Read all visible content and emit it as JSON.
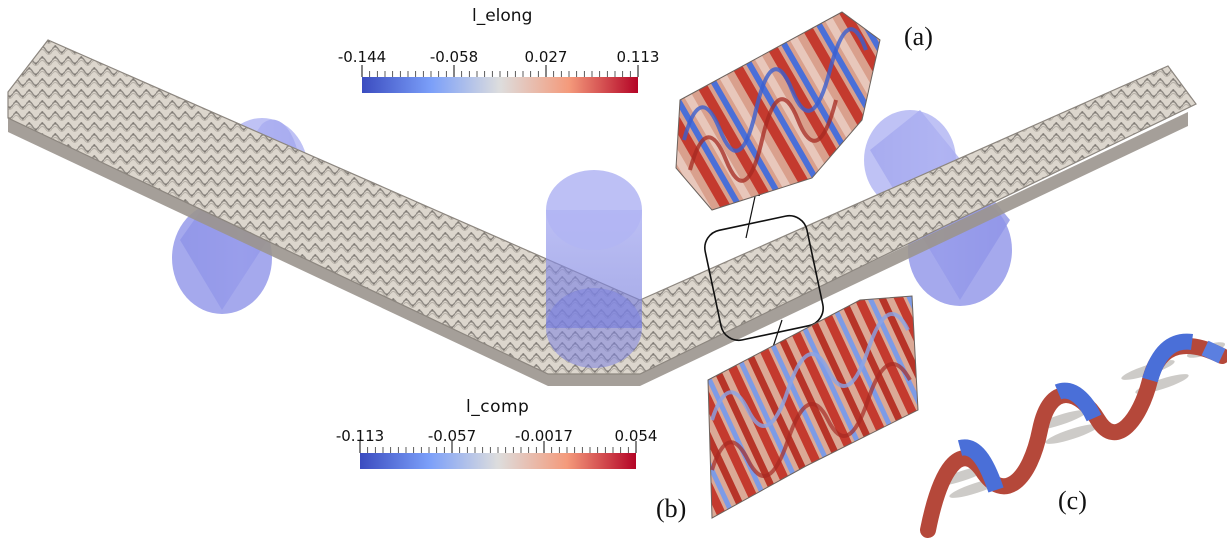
{
  "figure": {
    "elongation_colorbar": {
      "title": "l_elong",
      "ticks": [
        "-0.144",
        "-0.058",
        "0.027",
        "0.113"
      ],
      "colors": [
        "#3b4cc0",
        "#dddddd",
        "#b40426"
      ]
    },
    "compression_colorbar": {
      "title": "l_comp",
      "ticks": [
        "-0.113",
        "-0.057",
        "-0.0017",
        "0.054"
      ],
      "colors": [
        "#3b4cc0",
        "#dddddd",
        "#b40426"
      ]
    },
    "panel_labels": {
      "a": "(a)",
      "b": "(b)",
      "c": "(c)"
    },
    "colors": {
      "fabric": "#d9d3ca",
      "fabric_dark": "#8f8a84",
      "roller": "#8a8fe6",
      "strain_blue": "#4a6fd8",
      "strain_red": "#c43a2e"
    }
  }
}
